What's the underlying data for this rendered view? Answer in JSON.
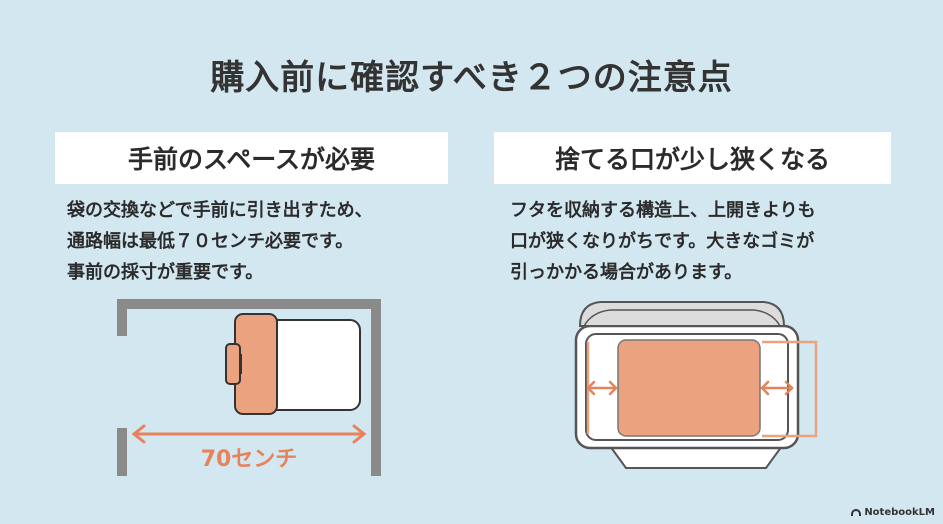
{
  "title": "購入前に確認すべき２つの注意点",
  "left": {
    "heading": "手前のスペースが必要",
    "lines": [
      "袋の交換などで手前に引き出すため、",
      "通路幅は最低７０センチ必要です。",
      "事前の採寸が重要です。"
    ],
    "dimension_label": "70センチ"
  },
  "right": {
    "heading": "捨てる口が少し狭くなる",
    "lines": [
      "フタを収納する構造上、上開きよりも",
      "口が狭くなりがちです。大きなゴミが",
      "引っかかる場合があります。"
    ]
  },
  "badge": "NotebookLM",
  "colors": {
    "background": "#d3e7f1",
    "accent": "#e8825a",
    "fill_orange": "#eba27e",
    "wall_gray": "#8a8a8a"
  }
}
